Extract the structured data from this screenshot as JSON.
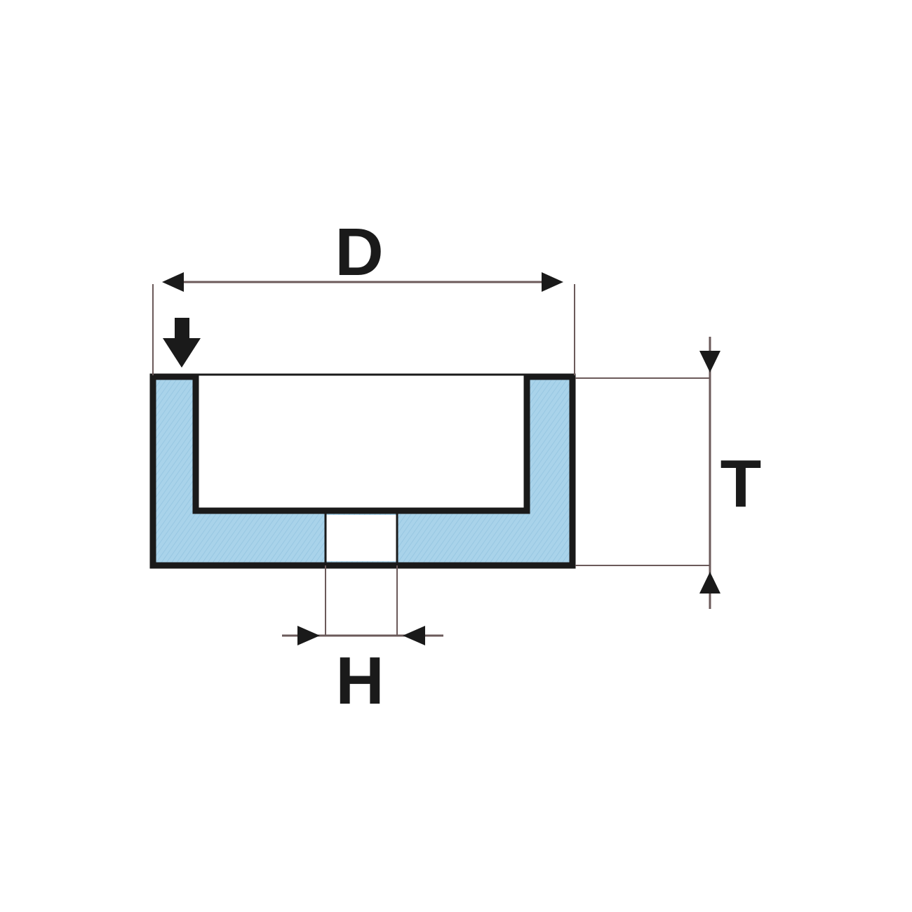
{
  "labels": {
    "diameter": "D",
    "thickness": "T",
    "hole": "H"
  },
  "colors": {
    "background": "#ffffff",
    "outline": "#1a1a1a",
    "wheel_fill": "#a9d3ea",
    "hatch": "#93c4e0",
    "dimension_line": "#6b5a5a",
    "arrow": "#1a1a1a"
  },
  "icons": {
    "direction_marker": "down-arrow-icon"
  }
}
